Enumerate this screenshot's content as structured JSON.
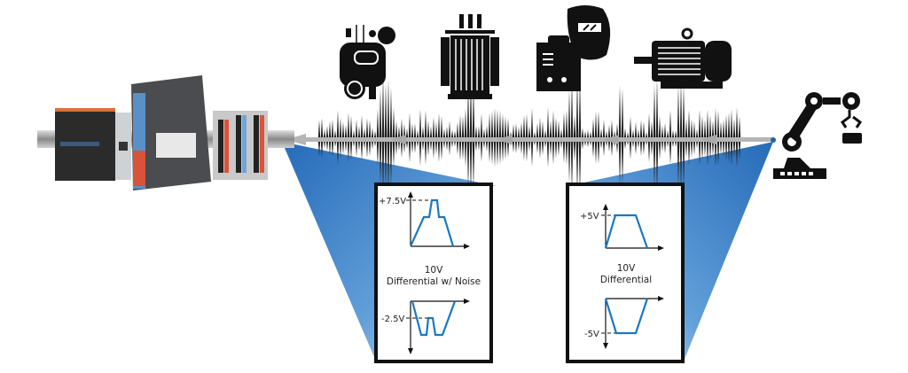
{
  "diagram": {
    "title": "Differential signal noise immunity",
    "sources": [
      "air-compressor",
      "transformer",
      "welder",
      "electric-motor"
    ],
    "endpoints": {
      "left": "plc-controller",
      "right": "robotic-arm"
    },
    "colors": {
      "beam": "#1f6fc0",
      "signal": "#1a78c2",
      "noise": "#222222",
      "arrow": "#b5b5b5"
    },
    "panels": [
      {
        "caption_line1": "10V",
        "caption_line2": "Differential w/ Noise",
        "top_level_label": "+7.5V",
        "bottom_level_label": "-2.5V"
      },
      {
        "caption_line1": "10V",
        "caption_line2": "Differential",
        "top_level_label": "+5V",
        "bottom_level_label": "-5V"
      }
    ]
  }
}
